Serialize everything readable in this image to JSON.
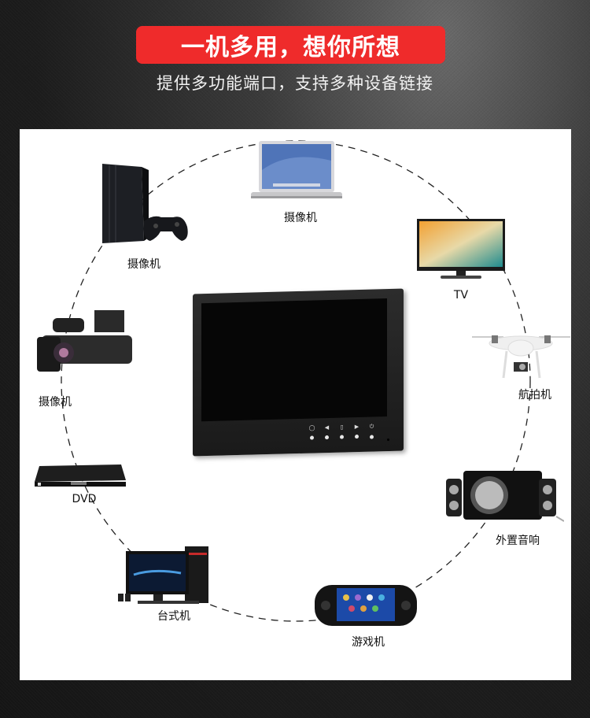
{
  "header": {
    "title": "一机多用，想你所想",
    "subtitle": "提供多功能端口，支持多种设备链接",
    "accent_color": "#ef2b2b"
  },
  "center_device": {
    "name": "monitor",
    "buttons": [
      "menu",
      "left",
      "source",
      "right",
      "power"
    ],
    "button_glyphs": [
      "◯",
      "◀",
      "▯",
      "▶",
      "⏻"
    ]
  },
  "devices": [
    {
      "id": "laptop",
      "label": "摄像机"
    },
    {
      "id": "game-console",
      "label": "摄像机"
    },
    {
      "id": "tv",
      "label": "TV"
    },
    {
      "id": "camcorder",
      "label": "摄像机"
    },
    {
      "id": "drone",
      "label": "航拍机"
    },
    {
      "id": "dvd-player",
      "label": "DVD"
    },
    {
      "id": "speakers",
      "label": "外置音响"
    },
    {
      "id": "desktop-pc",
      "label": "台式机"
    },
    {
      "id": "handheld-console",
      "label": "游戏机"
    }
  ]
}
